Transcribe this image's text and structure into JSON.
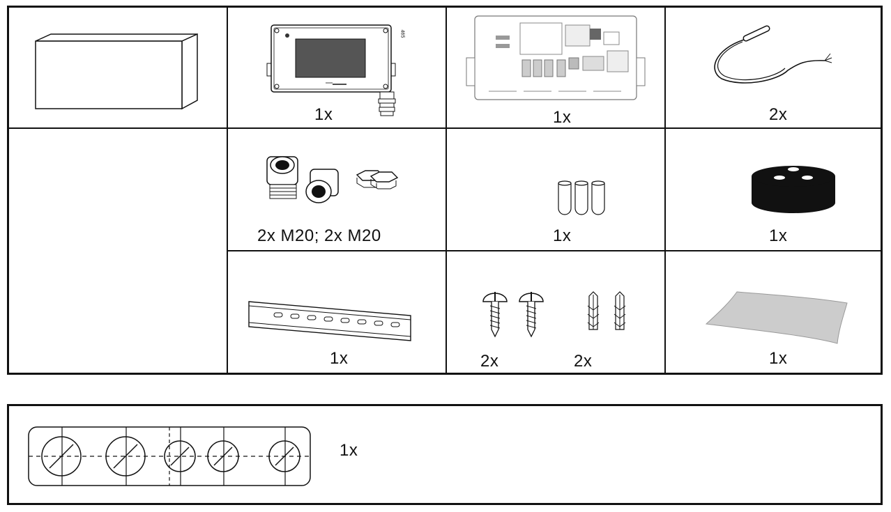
{
  "items": {
    "enclosure_box": {
      "qty": ""
    },
    "display_unit": {
      "qty": "1x"
    },
    "control_board": {
      "qty": "1x"
    },
    "temp_sensor": {
      "qty": "2x"
    },
    "cable_glands": {
      "qty": "2x M20; 2x M20"
    },
    "tubes": {
      "qty": "1x"
    },
    "rubber_seal": {
      "qty": "1x"
    },
    "din_rail": {
      "qty": "1x"
    },
    "screws": {
      "qty": "2x"
    },
    "wall_plugs": {
      "qty": "2x"
    },
    "pad_sheet": {
      "qty": "1x"
    },
    "knockout_strip": {
      "qty": "1x"
    }
  },
  "display_unit": {
    "model_mark": "465"
  }
}
